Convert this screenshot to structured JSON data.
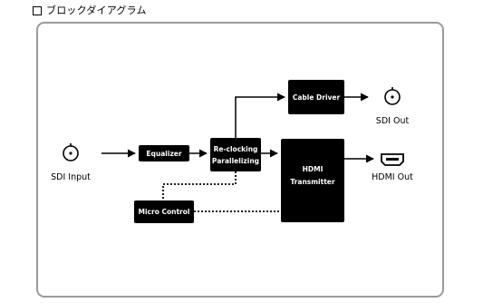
{
  "header": {
    "title": "ブロックダイアグラム"
  },
  "diagram": {
    "blocks": {
      "equalizer": "Equalizer",
      "reclocking_line1": "Re-clocking",
      "reclocking_line2": "Parallelizing",
      "cable_driver": "Cable Driver",
      "hdmi_tx_line1": "HDMI",
      "hdmi_tx_line2": "Transmitter",
      "micro_control": "Micro Control"
    },
    "ports": {
      "sdi_input": "SDI Input",
      "sdi_out": "SDI Out",
      "hdmi_out": "HDMI Out"
    }
  },
  "colors": {
    "block_fill": "#000000",
    "frame_border": "#9a9a9a",
    "text": "#000000"
  }
}
